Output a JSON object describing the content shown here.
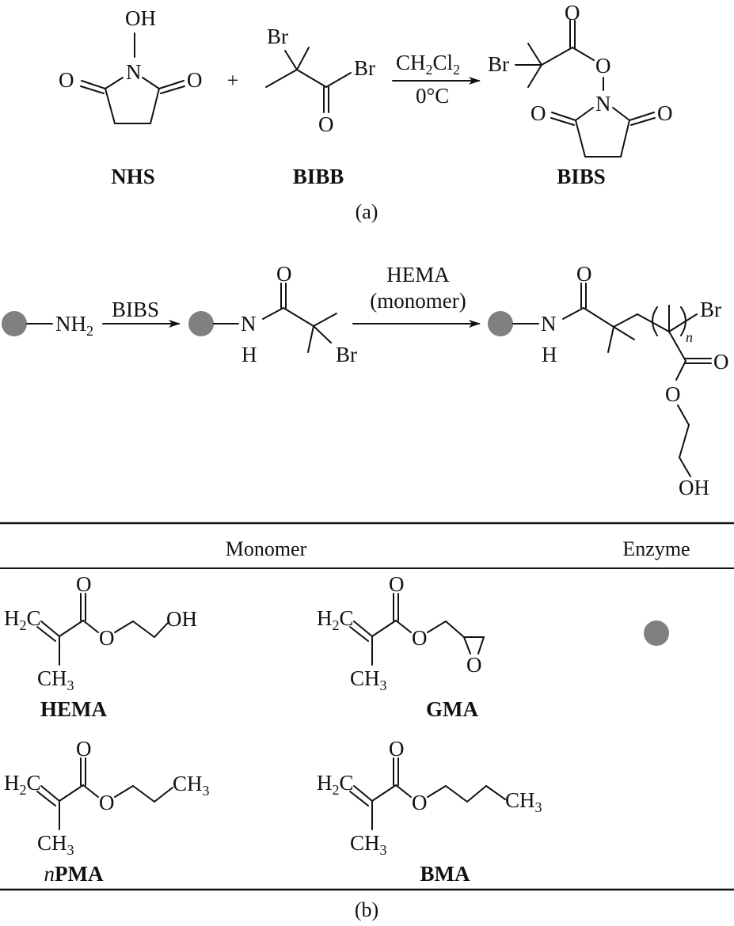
{
  "panel_a": {
    "caption": "(a)",
    "plus": "+",
    "reactant1": {
      "name": "NHS",
      "atoms": {
        "OH": "OH",
        "N": "N",
        "O_left": "O",
        "O_right": "O"
      }
    },
    "reactant2": {
      "name": "BIBB",
      "atoms": {
        "Br_top": "Br",
        "Br_right": "Br",
        "O": "O"
      }
    },
    "conditions": {
      "solvent_main": "CH",
      "solvent_sub1": "2",
      "solvent_cl": "Cl",
      "solvent_sub2": "2",
      "temperature": "0°C"
    },
    "product": {
      "name": "BIBS",
      "atoms": {
        "Br": "Br",
        "O_carbonyl": "O",
        "O_ester": "O",
        "N": "N",
        "O_left": "O",
        "O_right": "O"
      }
    }
  },
  "panel_b": {
    "caption": "(b)",
    "scheme": {
      "start": {
        "group": "NH",
        "group_sub": "2"
      },
      "step1_reagent": "BIBS",
      "intermediate": {
        "N": "N",
        "H": "H",
        "O": "O",
        "Br": "Br"
      },
      "step2_reagent_line1": "HEMA",
      "step2_reagent_line2": "(monomer)",
      "product": {
        "N": "N",
        "H": "H",
        "O_amide": "O",
        "Br": "Br",
        "repeat": "n",
        "O_carbonyl": "O",
        "O_ester": "O",
        "OH": "OH"
      }
    },
    "table": {
      "headers": {
        "monomer": "Monomer",
        "enzyme": "Enzyme"
      },
      "monomers": [
        {
          "name": "HEMA",
          "tail": "OH"
        },
        {
          "name": "GMA",
          "tail": "O"
        },
        {
          "name_italic": "n",
          "name": "PMA",
          "tail": "CH",
          "tail_sub": "3"
        },
        {
          "name": "BMA",
          "tail": "CH",
          "tail_sub": "3"
        }
      ],
      "common_atoms": {
        "H2C_main": "H",
        "H2C_sub": "2",
        "H2C_c": "C",
        "O": "O",
        "CH3": "CH",
        "CH3_sub": "3"
      }
    }
  },
  "colors": {
    "ink": "#111111",
    "enzyme": "#808080",
    "background": "#ffffff"
  }
}
